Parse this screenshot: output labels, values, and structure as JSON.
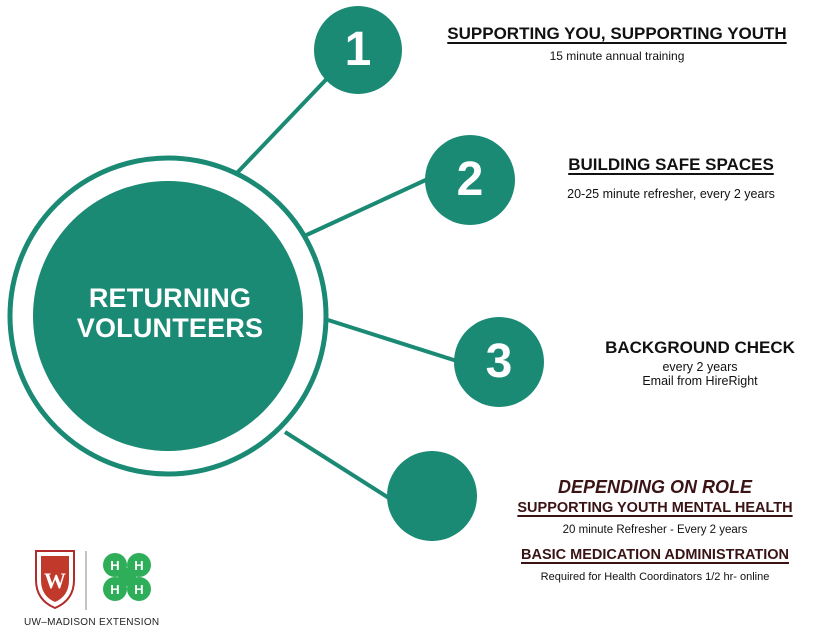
{
  "colors": {
    "teal": "#1a8a74",
    "white": "#ffffff",
    "text": "#111111",
    "maroon": "#3a1414",
    "clover": "#2fae5a",
    "crest": "#b22a2a"
  },
  "center": {
    "title": "RETURNING VOLUNTEERS"
  },
  "steps": [
    {
      "number": "1",
      "title": "SUPPORTING YOU, SUPPORTING YOUTH",
      "lines": [
        "15 minute annual training"
      ]
    },
    {
      "number": "2",
      "title": "BUILDING SAFE SPACES",
      "lines": [
        "20-25 minute refresher, every 2 years"
      ]
    },
    {
      "number": "3",
      "title": "BACKGROUND CHECK",
      "lines": [
        "every 2 years",
        "Email from HireRight"
      ]
    }
  ],
  "role": {
    "heading": "DEPENDING ON ROLE",
    "items": [
      {
        "title": "SUPPORTING YOUTH MENTAL HEALTH",
        "detail": "20 minute Refresher - Every 2 years"
      },
      {
        "title": "BASIC MEDICATION ADMINISTRATION",
        "detail": "Required for Health Coordinators 1/2 hr- online"
      }
    ]
  },
  "logo": {
    "text": "UW–MADISON EXTENSION",
    "crest_letter": "W",
    "clover_letter": "H",
    "icons": [
      "uw-crest-icon",
      "four-h-clover-icon"
    ]
  }
}
